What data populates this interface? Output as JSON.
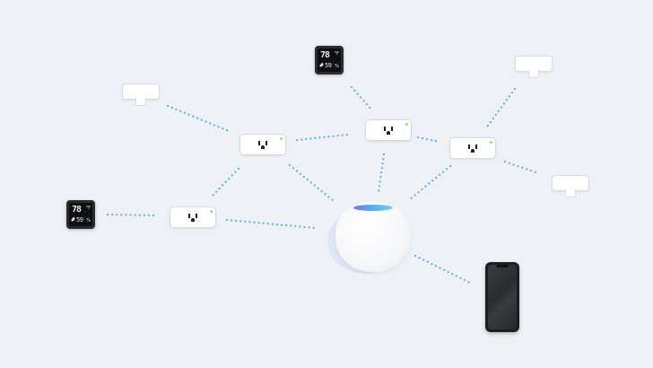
{
  "diagram": {
    "colors": {
      "background": "#eef1f5",
      "link_dots": "#62aee2",
      "led_green": "#b8d34a"
    },
    "thermometers": [
      {
        "temperature": "78",
        "temp_unit": "°F",
        "humidity": "59",
        "humidity_unit": "%"
      },
      {
        "temperature": "78",
        "temp_unit": "°F",
        "humidity": "59",
        "humidity_unit": "%"
      }
    ],
    "devices": [
      {
        "id": "hub",
        "type": "smart-speaker-hub"
      },
      {
        "id": "phone",
        "type": "smartphone"
      },
      {
        "id": "plug-1",
        "type": "smart-plug"
      },
      {
        "id": "plug-2",
        "type": "smart-plug"
      },
      {
        "id": "plug-3",
        "type": "smart-plug"
      },
      {
        "id": "plug-4",
        "type": "smart-plug"
      },
      {
        "id": "sensor-1",
        "type": "motion-sensor"
      },
      {
        "id": "sensor-2",
        "type": "motion-sensor"
      },
      {
        "id": "sensor-3",
        "type": "motion-sensor"
      },
      {
        "id": "thermo-1",
        "type": "thermometer"
      },
      {
        "id": "thermo-2",
        "type": "thermometer"
      }
    ],
    "links": [
      [
        "sensor-1",
        "plug-1"
      ],
      [
        "plug-1",
        "plug-2"
      ],
      [
        "plug-1",
        "plug-4"
      ],
      [
        "plug-1",
        "hub"
      ],
      [
        "thermo-1",
        "plug-2"
      ],
      [
        "plug-2",
        "plug-3"
      ],
      [
        "plug-2",
        "hub"
      ],
      [
        "sensor-2",
        "plug-3"
      ],
      [
        "plug-3",
        "sensor-3"
      ],
      [
        "plug-3",
        "hub"
      ],
      [
        "thermo-2",
        "plug-4"
      ],
      [
        "plug-4",
        "hub"
      ],
      [
        "hub",
        "phone"
      ]
    ]
  }
}
